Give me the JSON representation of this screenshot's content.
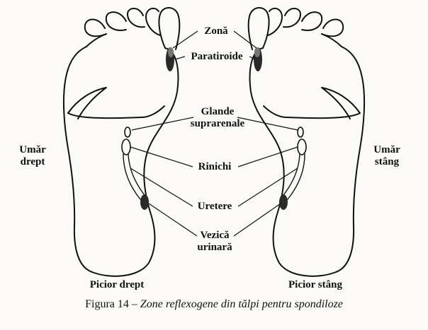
{
  "labels": {
    "zona": "Zonă",
    "paratiroide": "Paratiroide",
    "glande_l1": "Glande",
    "glande_l2": "suprarenale",
    "rinichi": "Rinichi",
    "uretere": "Uretere",
    "vezica_l1": "Vezică",
    "vezica_l2": "urinară",
    "umar_drept_l1": "Umăr",
    "umar_drept_l2": "drept",
    "umar_stang_l1": "Umăr",
    "umar_stang_l2": "stâng",
    "picior_drept": "Picior drept",
    "picior_stang": "Picior stâng"
  },
  "caption": {
    "prefix": "Figura 14 – ",
    "title": "Zone reflexogene din tălpi pentru spondiloze"
  },
  "colors": {
    "ink": "#111111",
    "paper": "#fbfaf7",
    "highlight": "#2a2a2a"
  }
}
